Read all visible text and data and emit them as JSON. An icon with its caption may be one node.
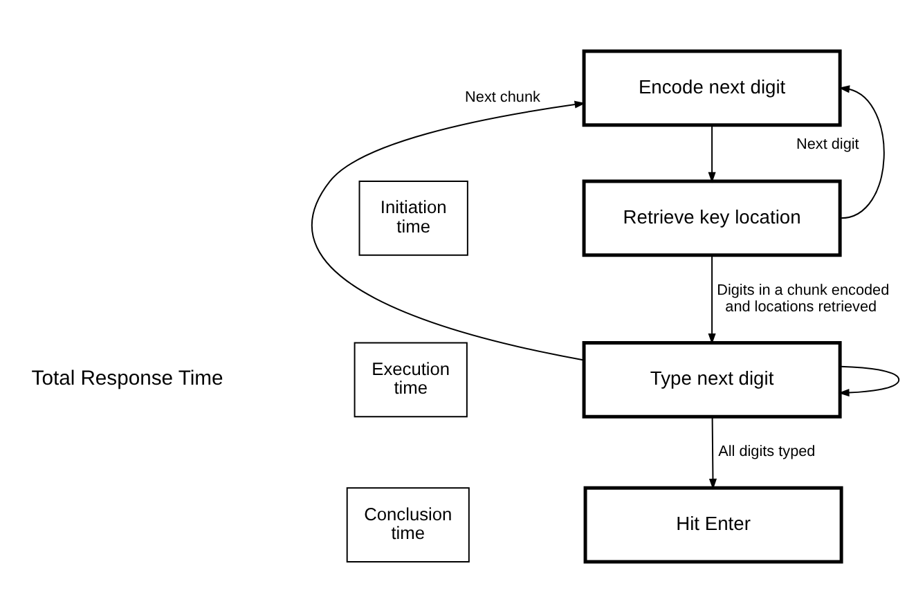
{
  "diagram": {
    "nodes": [
      {
        "text": [
          "Encode next digit"
        ]
      },
      {
        "text": [
          "Retrieve key location"
        ]
      },
      {
        "text": [
          "Type next digit"
        ]
      },
      {
        "text": [
          "Hit Enter"
        ]
      },
      {
        "text": [
          "Initiation time"
        ]
      },
      {
        "text": [
          "Execution time"
        ]
      },
      {
        "text": [
          "Conclusion time"
        ]
      }
    ],
    "edges": [
      {
        "from": 0,
        "to": 1,
        "arrow": "to"
      },
      {
        "from": 1,
        "to": 0,
        "arrow": "to",
        "label": "Next digit"
      },
      {
        "from": 1,
        "to": 2,
        "arrow": "to",
        "label": "Digits in a chunk encoded and locations retrieved"
      },
      {
        "from": 2,
        "to": 0,
        "arrow": "to",
        "label": "Next chunk"
      },
      {
        "from": 2,
        "to": 2,
        "arrow": "to"
      },
      {
        "from": 2,
        "to": 3,
        "arrow": "to",
        "label": "All digits typed"
      }
    ],
    "labels": [
      "Total Response Time"
    ]
  }
}
